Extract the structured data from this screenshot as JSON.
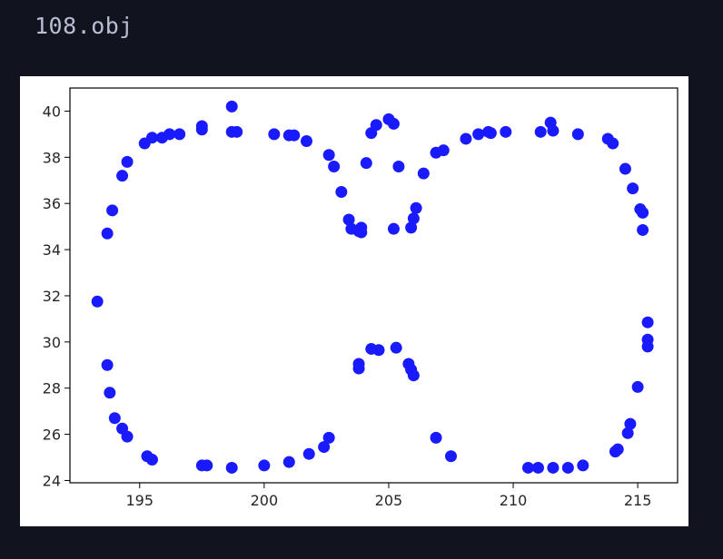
{
  "page": {
    "file_name": "108.obj",
    "background": "#11131e",
    "panel_background": "#ffffff"
  },
  "chart_data": {
    "type": "scatter",
    "title": "",
    "xlabel": "",
    "ylabel": "",
    "xlim": [
      192.2,
      216.6
    ],
    "ylim": [
      23.9,
      41.0
    ],
    "xticks": [
      195,
      200,
      205,
      210,
      215
    ],
    "yticks": [
      24,
      26,
      28,
      30,
      32,
      34,
      36,
      38,
      40
    ],
    "grid": false,
    "legend": "none",
    "marker_color": "#1a1aff",
    "series": [
      {
        "points": [
          [
            193.3,
            31.75
          ],
          [
            193.7,
            34.7
          ],
          [
            193.9,
            35.7
          ],
          [
            194.3,
            37.2
          ],
          [
            194.5,
            37.8
          ],
          [
            195.2,
            38.6
          ],
          [
            195.5,
            38.85
          ],
          [
            195.9,
            38.85
          ],
          [
            196.2,
            39.0
          ],
          [
            196.6,
            39.0
          ],
          [
            197.5,
            39.2
          ],
          [
            197.5,
            39.35
          ],
          [
            198.7,
            39.1
          ],
          [
            198.9,
            39.1
          ],
          [
            198.7,
            40.2
          ],
          [
            200.4,
            39.0
          ],
          [
            201.0,
            38.95
          ],
          [
            201.2,
            38.95
          ],
          [
            201.7,
            38.7
          ],
          [
            202.6,
            38.1
          ],
          [
            202.8,
            37.6
          ],
          [
            203.1,
            36.5
          ],
          [
            203.4,
            35.3
          ],
          [
            203.5,
            34.9
          ],
          [
            203.8,
            34.8
          ],
          [
            203.9,
            34.75
          ],
          [
            203.9,
            34.95
          ],
          [
            204.1,
            37.75
          ],
          [
            204.3,
            39.05
          ],
          [
            204.5,
            39.4
          ],
          [
            205.0,
            39.65
          ],
          [
            205.2,
            39.45
          ],
          [
            205.2,
            34.9
          ],
          [
            205.4,
            37.6
          ],
          [
            205.9,
            34.95
          ],
          [
            206.0,
            35.35
          ],
          [
            206.1,
            35.8
          ],
          [
            206.4,
            37.3
          ],
          [
            206.9,
            38.2
          ],
          [
            207.2,
            38.3
          ],
          [
            208.1,
            38.8
          ],
          [
            208.6,
            39.0
          ],
          [
            209.0,
            39.1
          ],
          [
            209.1,
            39.05
          ],
          [
            209.7,
            39.1
          ],
          [
            211.1,
            39.1
          ],
          [
            211.5,
            39.5
          ],
          [
            211.6,
            39.15
          ],
          [
            212.6,
            39.0
          ],
          [
            213.8,
            38.8
          ],
          [
            214.0,
            38.6
          ],
          [
            214.5,
            37.5
          ],
          [
            214.8,
            36.65
          ],
          [
            215.1,
            35.75
          ],
          [
            215.2,
            35.6
          ],
          [
            215.2,
            34.85
          ],
          [
            215.4,
            30.85
          ],
          [
            215.4,
            30.1
          ],
          [
            215.4,
            29.8
          ],
          [
            215.0,
            28.05
          ],
          [
            214.7,
            26.45
          ],
          [
            214.6,
            26.05
          ],
          [
            214.2,
            25.35
          ],
          [
            214.1,
            25.25
          ],
          [
            212.8,
            24.65
          ],
          [
            212.2,
            24.55
          ],
          [
            211.6,
            24.55
          ],
          [
            211.0,
            24.55
          ],
          [
            210.6,
            24.55
          ],
          [
            207.5,
            25.05
          ],
          [
            206.9,
            25.85
          ],
          [
            206.0,
            28.55
          ],
          [
            205.9,
            28.8
          ],
          [
            205.8,
            29.05
          ],
          [
            205.3,
            29.75
          ],
          [
            204.6,
            29.65
          ],
          [
            204.3,
            29.7
          ],
          [
            203.8,
            28.85
          ],
          [
            203.8,
            29.05
          ],
          [
            202.6,
            25.85
          ],
          [
            202.4,
            25.45
          ],
          [
            201.8,
            25.15
          ],
          [
            201.0,
            24.8
          ],
          [
            200.0,
            24.65
          ],
          [
            198.7,
            24.55
          ],
          [
            197.7,
            24.65
          ],
          [
            197.5,
            24.65
          ],
          [
            195.5,
            24.9
          ],
          [
            195.3,
            25.05
          ],
          [
            194.5,
            25.9
          ],
          [
            194.3,
            26.25
          ],
          [
            194.0,
            26.7
          ],
          [
            193.8,
            27.8
          ],
          [
            193.7,
            29.0
          ]
        ]
      }
    ]
  }
}
